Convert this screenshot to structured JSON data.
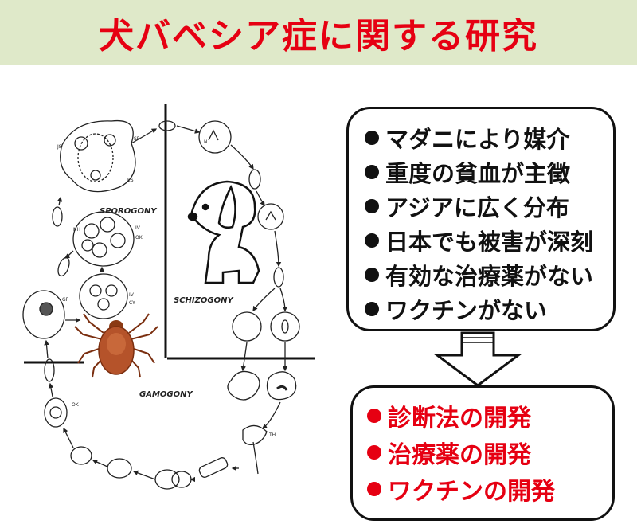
{
  "title": "犬バベシア症に関する研究",
  "diagram_labels": {
    "sporogony": "SPOROGONY",
    "schizogony": "SCHIZOGONY",
    "gamogony": "GAMOGONY"
  },
  "features": [
    "マダニにより媒介",
    "重度の貧血が主徴",
    "アジアに広く分布",
    "日本でも被害が深刻",
    "有効な治療薬がない",
    "ワクチンがない"
  ],
  "goals": [
    "診断法の開発",
    "治療薬の開発",
    "ワクチンの開発"
  ],
  "colors": {
    "title_bg": "#dfe9c9",
    "title_text": "#e60012",
    "goal_text": "#e60012",
    "tick": "#b5532a"
  },
  "icons": [
    "dog-icon",
    "tick-icon",
    "bullet-icon",
    "down-arrow-icon"
  ]
}
